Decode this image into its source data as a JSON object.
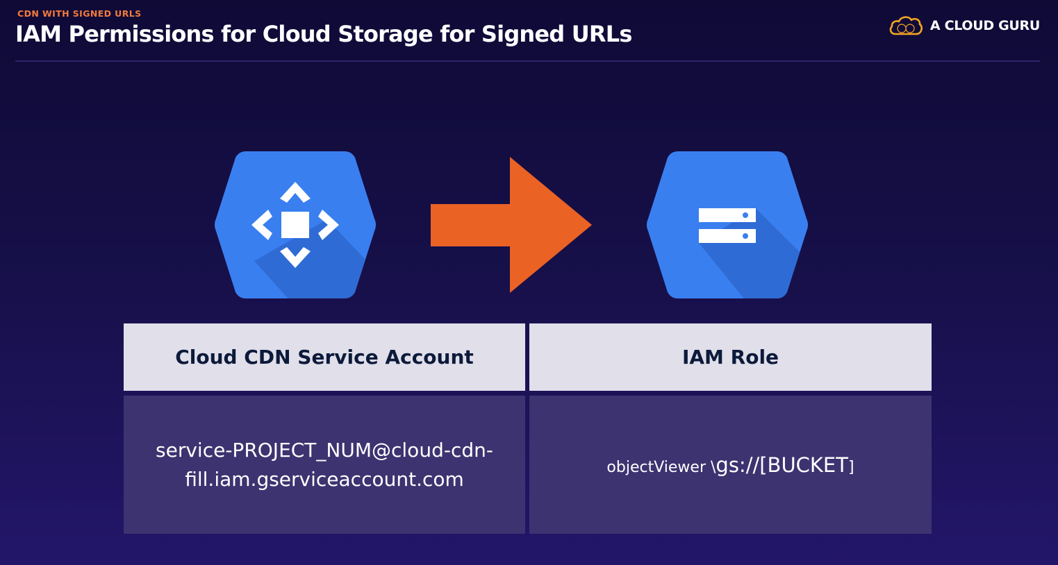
{
  "header": {
    "eyebrow": "CDN WITH SIGNED URLS",
    "title": "IAM Permissions for Cloud Storage for Signed URLs"
  },
  "logo": {
    "text": "A CLOUD GURU",
    "icon": "cloud-icon",
    "color": "#f5a623"
  },
  "diagram": {
    "left_icon": "cloud-cdn-icon",
    "connector": "arrow-right-icon",
    "right_icon": "cloud-storage-icon",
    "hex_color": "#3a7ff0",
    "arrow_color": "#eb6225"
  },
  "table": {
    "headers": [
      "Cloud CDN Service Account",
      "IAM Role"
    ],
    "account_line1": "service-PROJECT_NUM@cloud-cdn-",
    "account_line2": "fill.iam.gserviceaccount.com",
    "role_prefix": "objectViewer \\",
    "role_bucket": "gs://[BUCKET",
    "role_suffix": "]"
  }
}
